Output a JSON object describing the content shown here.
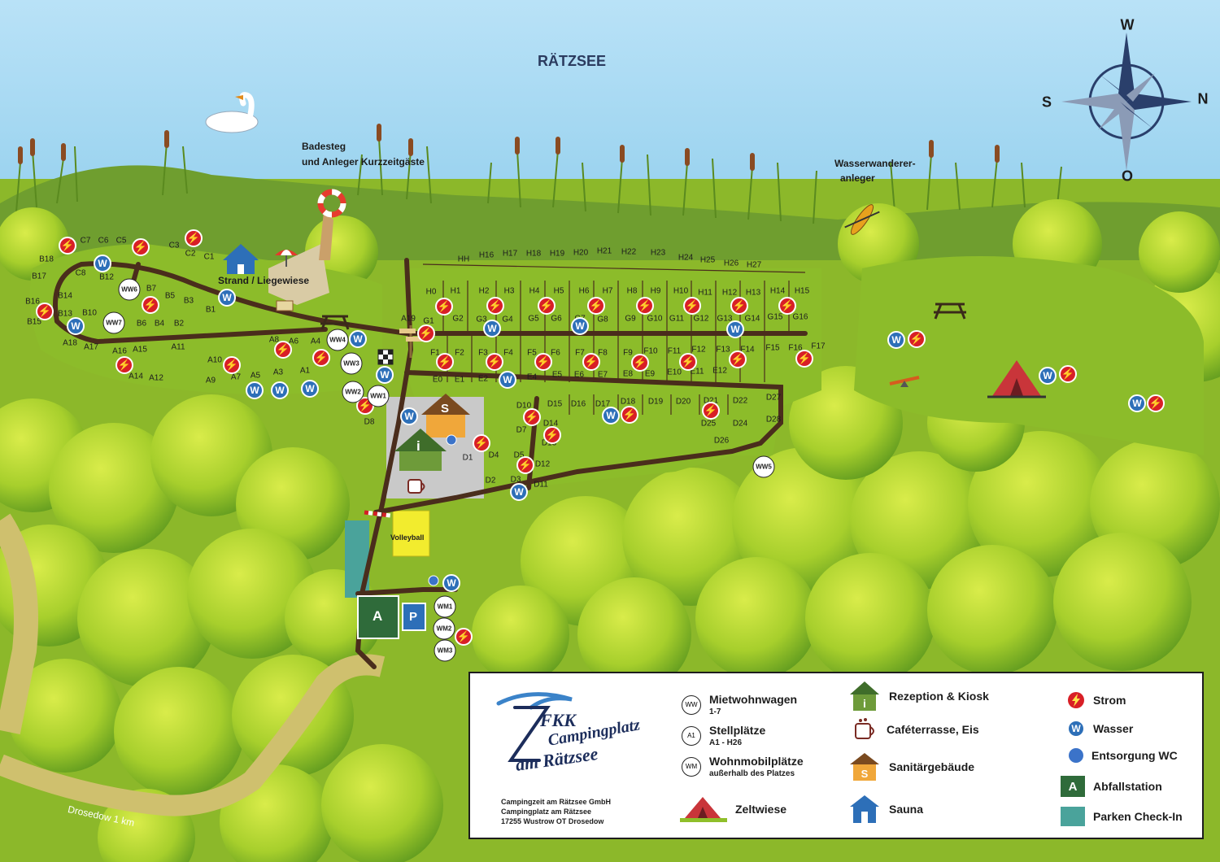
{
  "lake": {
    "name": "RÄTZSEE"
  },
  "compass": {
    "north": "W",
    "south": "O",
    "west": "S",
    "east": "N"
  },
  "places": {
    "badesteg_line1": "Badesteg",
    "badesteg_line2": "und Anleger Kurzzeitgäste",
    "wasserwanderer_line1": "Wasserwanderer-",
    "wasserwanderer_line2": "anleger",
    "strand": "Strand / Liegewiese",
    "volleyball": "Volleyball",
    "road": "Drosedow 1 km",
    "abfall_letter": "A",
    "parking_letter": "P",
    "sanitaer_letter": "S",
    "rezeption_letter": "i"
  },
  "plot_labels": [
    [
      "C7",
      105,
      296
    ],
    [
      "C6",
      127,
      296
    ],
    [
      "C5",
      149,
      296
    ],
    [
      "C3",
      214,
      302
    ],
    [
      "C2",
      234,
      312
    ],
    [
      "C1",
      257,
      316
    ],
    [
      "B18",
      57,
      319
    ],
    [
      "B17",
      48,
      340
    ],
    [
      "B16",
      40,
      371
    ],
    [
      "B15",
      42,
      396
    ],
    [
      "B14",
      80,
      364
    ],
    [
      "B13",
      80,
      386
    ],
    [
      "B12",
      131,
      341
    ],
    [
      "B10",
      110,
      385
    ],
    [
      "C8",
      99,
      336
    ],
    [
      "B7",
      186,
      355
    ],
    [
      "B5",
      209,
      364
    ],
    [
      "B3",
      232,
      370
    ],
    [
      "B1",
      259,
      381
    ],
    [
      "B6",
      174,
      398
    ],
    [
      "B4",
      196,
      398
    ],
    [
      "B2",
      220,
      398
    ],
    [
      "A18",
      86,
      422
    ],
    [
      "A17",
      112,
      427
    ],
    [
      "A16",
      147,
      432
    ],
    [
      "A15",
      172,
      430
    ],
    [
      "A11",
      219,
      427
    ],
    [
      "A14",
      167,
      463
    ],
    [
      "A12",
      192,
      465
    ],
    [
      "A10",
      264,
      443
    ],
    [
      "A9",
      259,
      468
    ],
    [
      "A8",
      337,
      418
    ],
    [
      "A6",
      361,
      420
    ],
    [
      "A4",
      388,
      420
    ],
    [
      "A7",
      290,
      464
    ],
    [
      "A5",
      314,
      462
    ],
    [
      "A3",
      342,
      458
    ],
    [
      "A1",
      375,
      456
    ],
    [
      "HH",
      570,
      319
    ],
    [
      "H16",
      598,
      314
    ],
    [
      "H17",
      627,
      312
    ],
    [
      "H18",
      656,
      312
    ],
    [
      "H19",
      685,
      312
    ],
    [
      "H20",
      714,
      311
    ],
    [
      "H21",
      743,
      309
    ],
    [
      "H22",
      773,
      310
    ],
    [
      "H23",
      809,
      311
    ],
    [
      "H24",
      843,
      317
    ],
    [
      "H25",
      870,
      320
    ],
    [
      "H26",
      899,
      324
    ],
    [
      "H27",
      927,
      326
    ],
    [
      "H0",
      530,
      359
    ],
    [
      "H1",
      560,
      358
    ],
    [
      "H2",
      595,
      358
    ],
    [
      "H3",
      626,
      358
    ],
    [
      "H4",
      657,
      358
    ],
    [
      "H5",
      687,
      358
    ],
    [
      "H6",
      718,
      358
    ],
    [
      "H7",
      747,
      358
    ],
    [
      "H8",
      777,
      358
    ],
    [
      "H9",
      806,
      358
    ],
    [
      "H10",
      837,
      358
    ],
    [
      "H11",
      867,
      360
    ],
    [
      "H12",
      897,
      360
    ],
    [
      "H13",
      926,
      360
    ],
    [
      "H14",
      956,
      358
    ],
    [
      "H15",
      986,
      358
    ],
    [
      "A19",
      502,
      392
    ],
    [
      "G1",
      527,
      395
    ],
    [
      "G2",
      563,
      392
    ],
    [
      "G3",
      592,
      393
    ],
    [
      "G4",
      624,
      393
    ],
    [
      "G5",
      656,
      392
    ],
    [
      "G6",
      684,
      392
    ],
    [
      "G7",
      713,
      392
    ],
    [
      "G8",
      741,
      393
    ],
    [
      "G9",
      775,
      392
    ],
    [
      "G10",
      805,
      392
    ],
    [
      "G11",
      832,
      392
    ],
    [
      "G12",
      862,
      392
    ],
    [
      "G13",
      891,
      392
    ],
    [
      "G14",
      925,
      392
    ],
    [
      "G15",
      953,
      390
    ],
    [
      "G16",
      984,
      390
    ],
    [
      "F1",
      535,
      434
    ],
    [
      "F2",
      565,
      434
    ],
    [
      "F3",
      594,
      434
    ],
    [
      "F4",
      625,
      434
    ],
    [
      "F5",
      654,
      434
    ],
    [
      "F6",
      683,
      434
    ],
    [
      "F7",
      713,
      434
    ],
    [
      "F8",
      741,
      434
    ],
    [
      "F9",
      772,
      434
    ],
    [
      "F10",
      800,
      432
    ],
    [
      "F11",
      829,
      432
    ],
    [
      "F12",
      859,
      430
    ],
    [
      "F13",
      889,
      430
    ],
    [
      "F14",
      919,
      430
    ],
    [
      "F15",
      950,
      428
    ],
    [
      "F16",
      978,
      428
    ],
    [
      "F17",
      1006,
      426
    ],
    [
      "E0",
      538,
      467
    ],
    [
      "E1",
      565,
      467
    ],
    [
      "E2",
      594,
      466
    ],
    [
      "E3",
      622,
      466
    ],
    [
      "E4",
      654,
      464
    ],
    [
      "E5",
      685,
      461
    ],
    [
      "E6",
      712,
      461
    ],
    [
      "E7",
      741,
      461
    ],
    [
      "E8",
      772,
      460
    ],
    [
      "E9",
      799,
      460
    ],
    [
      "E10",
      829,
      458
    ],
    [
      "E11",
      857,
      457
    ],
    [
      "E12",
      885,
      456
    ],
    [
      "D10",
      644,
      499
    ],
    [
      "D15",
      682,
      497
    ],
    [
      "D16",
      711,
      497
    ],
    [
      "D17",
      741,
      497
    ],
    [
      "D18",
      772,
      494
    ],
    [
      "D19",
      806,
      494
    ],
    [
      "D20",
      840,
      494
    ],
    [
      "D21",
      874,
      493
    ],
    [
      "D22",
      910,
      493
    ],
    [
      "D27",
      951,
      489
    ],
    [
      "D7",
      641,
      529
    ],
    [
      "D14",
      677,
      521
    ],
    [
      "D13",
      675,
      545
    ],
    [
      "D25",
      871,
      521
    ],
    [
      "D24",
      910,
      521
    ],
    [
      "D28",
      951,
      516
    ],
    [
      "D26",
      887,
      542
    ],
    [
      "D1",
      575,
      563
    ],
    [
      "D4",
      607,
      560
    ],
    [
      "D5",
      638,
      560
    ],
    [
      "D12",
      667,
      571
    ],
    [
      "D2",
      603,
      591
    ],
    [
      "D3",
      634,
      590
    ],
    [
      "D11",
      665,
      596
    ],
    [
      "D8",
      454,
      519
    ]
  ],
  "markers": {
    "strom": [
      [
        83,
        302
      ],
      [
        173,
        304
      ],
      [
        238,
        293
      ],
      [
        55,
        383
      ],
      [
        185,
        375
      ],
      [
        348,
        430
      ],
      [
        395,
        440
      ],
      [
        285,
        449
      ],
      [
        153,
        449
      ],
      [
        524,
        410
      ],
      [
        546,
        377
      ],
      [
        609,
        376
      ],
      [
        672,
        376
      ],
      [
        733,
        376
      ],
      [
        793,
        376
      ],
      [
        851,
        376
      ],
      [
        909,
        376
      ],
      [
        968,
        376
      ],
      [
        547,
        445
      ],
      [
        608,
        445
      ],
      [
        668,
        445
      ],
      [
        727,
        445
      ],
      [
        787,
        446
      ],
      [
        846,
        445
      ],
      [
        907,
        442
      ],
      [
        989,
        441
      ],
      [
        1127,
        417
      ],
      [
        1313,
        460
      ],
      [
        1421,
        496
      ],
      [
        874,
        505
      ],
      [
        654,
        513
      ],
      [
        774,
        510
      ],
      [
        679,
        535
      ],
      [
        592,
        545
      ],
      [
        646,
        572
      ],
      [
        449,
        499
      ],
      [
        570,
        783
      ]
    ],
    "wasser": [
      [
        126,
        324
      ],
      [
        279,
        366
      ],
      [
        93,
        401
      ],
      [
        440,
        417
      ],
      [
        473,
        461
      ],
      [
        313,
        480
      ],
      [
        344,
        480
      ],
      [
        381,
        478
      ],
      [
        503,
        512
      ],
      [
        605,
        404
      ],
      [
        713,
        401
      ],
      [
        904,
        405
      ],
      [
        624,
        467
      ],
      [
        751,
        511
      ],
      [
        638,
        605
      ],
      [
        1102,
        418
      ],
      [
        1288,
        462
      ],
      [
        1398,
        496
      ],
      [
        555,
        717
      ]
    ],
    "entsorgung": [
      [
        555,
        541
      ],
      [
        533,
        714
      ]
    ],
    "ww": [
      [
        "WW6",
        159,
        356
      ],
      [
        "WW7",
        140,
        397
      ],
      [
        "WW4",
        415,
        418
      ],
      [
        "WW3",
        432,
        447
      ],
      [
        "WW2",
        434,
        482
      ],
      [
        "WW1",
        465,
        487
      ],
      [
        "WW5",
        939,
        574
      ],
      [
        "WM1",
        547,
        746
      ],
      [
        "WM2",
        546,
        773
      ],
      [
        "WM3",
        547,
        800
      ]
    ]
  },
  "legend": {
    "brand_line1": "FKK",
    "brand_line2": "Campingplatz",
    "brand_line3": "am Rätzsee",
    "company_line1": "Campingzeit am Rätzsee GmbH",
    "company_line2": "Campingplatz am Rätzsee",
    "company_line3": "17255 Wustrow OT Drosedow",
    "ww_badge": "WW",
    "ww_label": "Mietwohnwagen",
    "ww_sub": "1-7",
    "a1_badge": "A1",
    "a1_label": "Stellplätze",
    "a1_sub": "A1 - H26",
    "wm_badge": "WM",
    "wm_label": "Wohnmobilplätze",
    "wm_sub": "außerhalb des Platzes",
    "zelt_label": "Zeltwiese",
    "rezeption_label": "Rezeption & Kiosk",
    "cafe_label": "Caféterrasse, Eis",
    "sanitaer_label": "Sanitärgebäude",
    "sauna_label": "Sauna",
    "strom_label": "Strom",
    "wasser_label": "Wasser",
    "wasser_badge": "W",
    "entsorgung_label": "Entsorgung WC",
    "abfall_label": "Abfallstation",
    "abfall_badge": "A",
    "parken_label": "Parken Check-In"
  },
  "colors": {
    "lake": "#9fd3ef",
    "meadow": "#8cbc2a",
    "forest": "#a6cf2e",
    "road": "#4a2d1c",
    "strom": "#d81f26",
    "wasser": "#2d6fb8",
    "abfall": "#2f6b3a",
    "parken": "#4aa39b",
    "volleyball": "#f2ec2e"
  }
}
